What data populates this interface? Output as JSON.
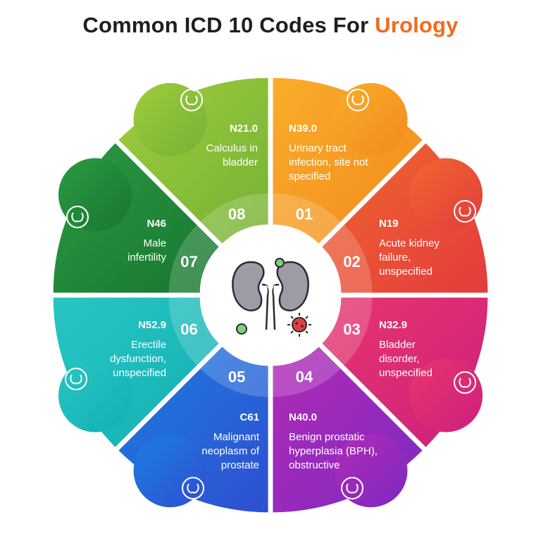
{
  "title": {
    "prefix": "Common ICD 10 Codes For ",
    "accent": "Urology",
    "accent_color": "#f26b1d"
  },
  "center_icon": "kidneys-with-bacteria-icon",
  "segments": [
    {
      "number": "01",
      "code": "N39.0",
      "lines": [
        "Urinary tract",
        "infection, site not",
        "specified"
      ],
      "icon": "kidney-drop-icon",
      "colors": [
        "#f9ad2a",
        "#f28a1c"
      ]
    },
    {
      "number": "02",
      "code": "N19",
      "lines": [
        "Acute kidney",
        "failure,",
        "unspecified"
      ],
      "icon": "kidney-arrows-icon",
      "colors": [
        "#f0682e",
        "#e33b3e"
      ]
    },
    {
      "number": "03",
      "code": "N32.9",
      "lines": [
        "Bladder",
        "disorder,",
        "unspecified"
      ],
      "icon": "bladder-icon",
      "colors": [
        "#e7366c",
        "#cd1f7f"
      ]
    },
    {
      "number": "04",
      "code": "N40.0",
      "lines": [
        "Benign prostatic",
        "hyperplasia (BPH),",
        "obstructive"
      ],
      "icon": "prostate-icon",
      "colors": [
        "#b12ab5",
        "#7e29c2"
      ]
    },
    {
      "number": "05",
      "code": "C61",
      "lines": [
        "Malignant",
        "neoplasm of",
        "prostate"
      ],
      "icon": "uterus-icon",
      "colors": [
        "#1c7fe0",
        "#2f4ed1"
      ]
    },
    {
      "number": "06",
      "code": "N52.9",
      "lines": [
        "Erectile",
        "dysfunction,",
        "unspecified"
      ],
      "icon": "person-thinking-icon",
      "colors": [
        "#27c6c2",
        "#13aeb4"
      ]
    },
    {
      "number": "07",
      "code": "N46",
      "lines": [
        "Male",
        "infertility"
      ],
      "icon": "sperm-icon",
      "colors": [
        "#2c9a43",
        "#17762f"
      ]
    },
    {
      "number": "08",
      "code": "N21.0",
      "lines": [
        "Calculus in",
        "bladder"
      ],
      "icon": "kidney-stone-icon",
      "colors": [
        "#a0cc3d",
        "#74b234"
      ]
    }
  ]
}
